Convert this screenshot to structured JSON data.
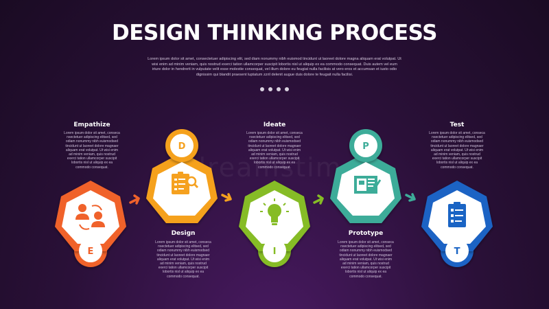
{
  "title": "DESIGN THINKING PROCESS",
  "intro": "Lorem ipsum dolor sit amet, consectetuer adipiscing elit, sed diam nonummy nibh euismod tincidunt ut laoreet dolore magna aliquam erat volutpat. Ut wisi enim ad minim veniam, quis nostrud exerci tation ullamcorper suscipit lobortis nisl ut aliquip ex ea commodo consequat. Duis autem vel eum iriure dolor in hendrerit in vulputate velit esse molestie consequat, vel illum dolore eu feugiat nulla facilisis at vero eros et accumsan et iusto odio dignissim qui blandit praesent luptatum zzril delenit augue duis dolore te feugait nulla facilisi.",
  "watermark": "dreamstime",
  "steps": [
    {
      "name": "Empathize",
      "letter": "E",
      "icon": "people-exchange-icon",
      "color": "#f0622b",
      "text": "Lorem ipsum dolor sit amet, conseca nsectetuer adipiscing elitsed, sed odiam nonummy nibh euismodsed tincidunt ut laoreet dolore magnaer aliquam erat volutpat. Ut wisi enim ad minim veniam, quis nostrud exerci tation ullamcorper suscipit lobortis nisl ut aliquip ex ea commodo consequat."
    },
    {
      "name": "Design",
      "letter": "D",
      "icon": "checklist-search-icon",
      "color": "#f5a11f",
      "text": "Lorem ipsum dolor sit amet, conseca nsectetuer adipiscing elitsed, sed odiam nonummy nibh euismodsed tincidunt ut laoreet dolore magnaer aliquam erat volutpat. Ut wisi enim ad minim veniam, quis nostrud exerci tation ullamcorper suscipit lobortis nisl ut aliquip ex ea commodo consequat."
    },
    {
      "name": "Ideate",
      "letter": "I",
      "icon": "lightbulb-icon",
      "color": "#86bc25",
      "text": "Lorem ipsum dolor sit amet, conseca nsectetuer adipiscing elitsed, sed odiam nonummy nibh euismodsed tincidunt ut laoreet dolore magnaer aliquam erat volutpat. Ut wisi enim ad minim veniam, quis nostrud exerci tation ullamcorper suscipit lobortis nisl ut aliquip ex ea commodo consequat."
    },
    {
      "name": "Prototype",
      "letter": "P",
      "icon": "blueprint-icon",
      "color": "#3dac99",
      "text": "Lorem ipsum dolor sit amet, conseca nsectetuer adipiscing elitsed, sed odiam nonummy nibh euismodsed tincidunt ut laoreet dolore magnaer aliquam erat volutpat. Ut wisi enim ad minim veniam, quis nostrud exerci tation ullamcorper suscipit lobortis nisl ut aliquip ex ea commodo consequat."
    },
    {
      "name": "Test",
      "letter": "T",
      "icon": "test-clipboard-icon",
      "color": "#1a64c4",
      "text": "Lorem ipsum dolor sit amet, conseca nsectetuer adipiscing elitsed, sed odiam nonummy nibh euismodsed tincidunt ut laoreet dolore magnaer aliquam erat volutpat. Ut wisi enim ad minim veniam, quis nostrud exerci tation ullamcorper suscipit lobortis nisl ut aliquip ex ea commodo consequat."
    }
  ]
}
